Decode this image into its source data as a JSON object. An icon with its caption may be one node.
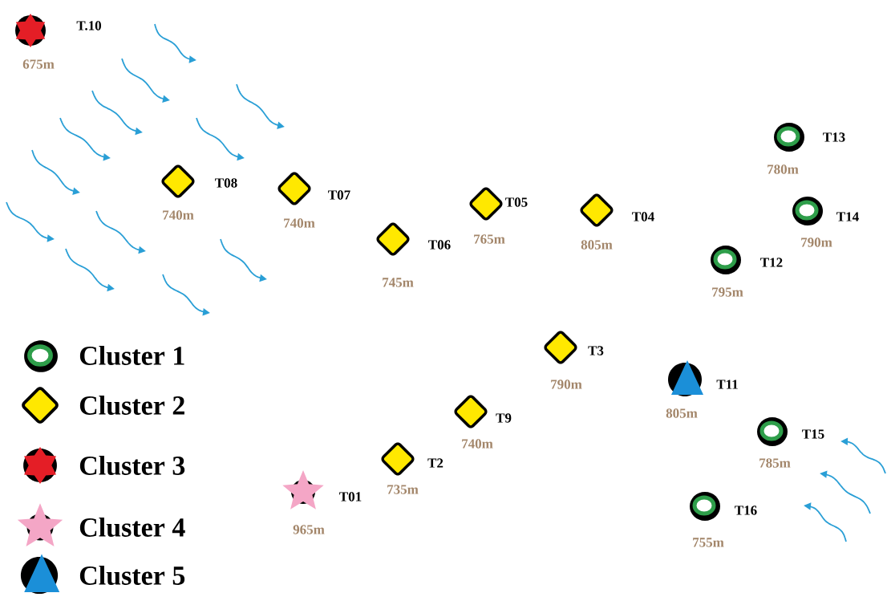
{
  "diagram": {
    "nodes": [
      {
        "text": [],
        "shape": "hexagram",
        "beside": [
          "T.10",
          "675m"
        ]
      },
      {
        "text": [],
        "shape": "diamond",
        "beside": [
          "T08",
          "740m"
        ]
      },
      {
        "text": [],
        "shape": "diamond",
        "beside": [
          "T07",
          "740m"
        ]
      },
      {
        "text": [],
        "shape": "diamond",
        "beside": [
          "T06",
          "745m"
        ]
      },
      {
        "text": [],
        "shape": "diamond",
        "beside": [
          "T05",
          "765m"
        ]
      },
      {
        "text": [],
        "shape": "diamond",
        "beside": [
          "T04",
          "805m"
        ]
      },
      {
        "text": [],
        "shape": "ring",
        "beside": [
          "T13",
          "780m"
        ]
      },
      {
        "text": [],
        "shape": "ring",
        "beside": [
          "T14",
          "790m"
        ]
      },
      {
        "text": [],
        "shape": "ring",
        "beside": [
          "T12",
          "795m"
        ]
      },
      {
        "text": [],
        "shape": "diamond",
        "beside": [
          "T3",
          "790m"
        ]
      },
      {
        "text": [],
        "shape": "triangle",
        "beside": [
          "T11",
          "805m"
        ]
      },
      {
        "text": [],
        "shape": "diamond",
        "beside": [
          "T9",
          "740m"
        ]
      },
      {
        "text": [],
        "shape": "ring",
        "beside": [
          "T15",
          "785m"
        ]
      },
      {
        "text": [],
        "shape": "diamond",
        "beside": [
          "T2",
          "735m"
        ]
      },
      {
        "text": [],
        "shape": "star",
        "beside": [
          "T01",
          "965m"
        ]
      },
      {
        "text": [],
        "shape": "ring",
        "beside": [
          "T16",
          "755m"
        ]
      }
    ],
    "legend": [
      {
        "text": "Cluster 1"
      },
      {
        "text": "Cluster 2"
      },
      {
        "text": "Cluster 3"
      },
      {
        "text": "Cluster 4"
      },
      {
        "text": "Cluster 5"
      }
    ]
  }
}
